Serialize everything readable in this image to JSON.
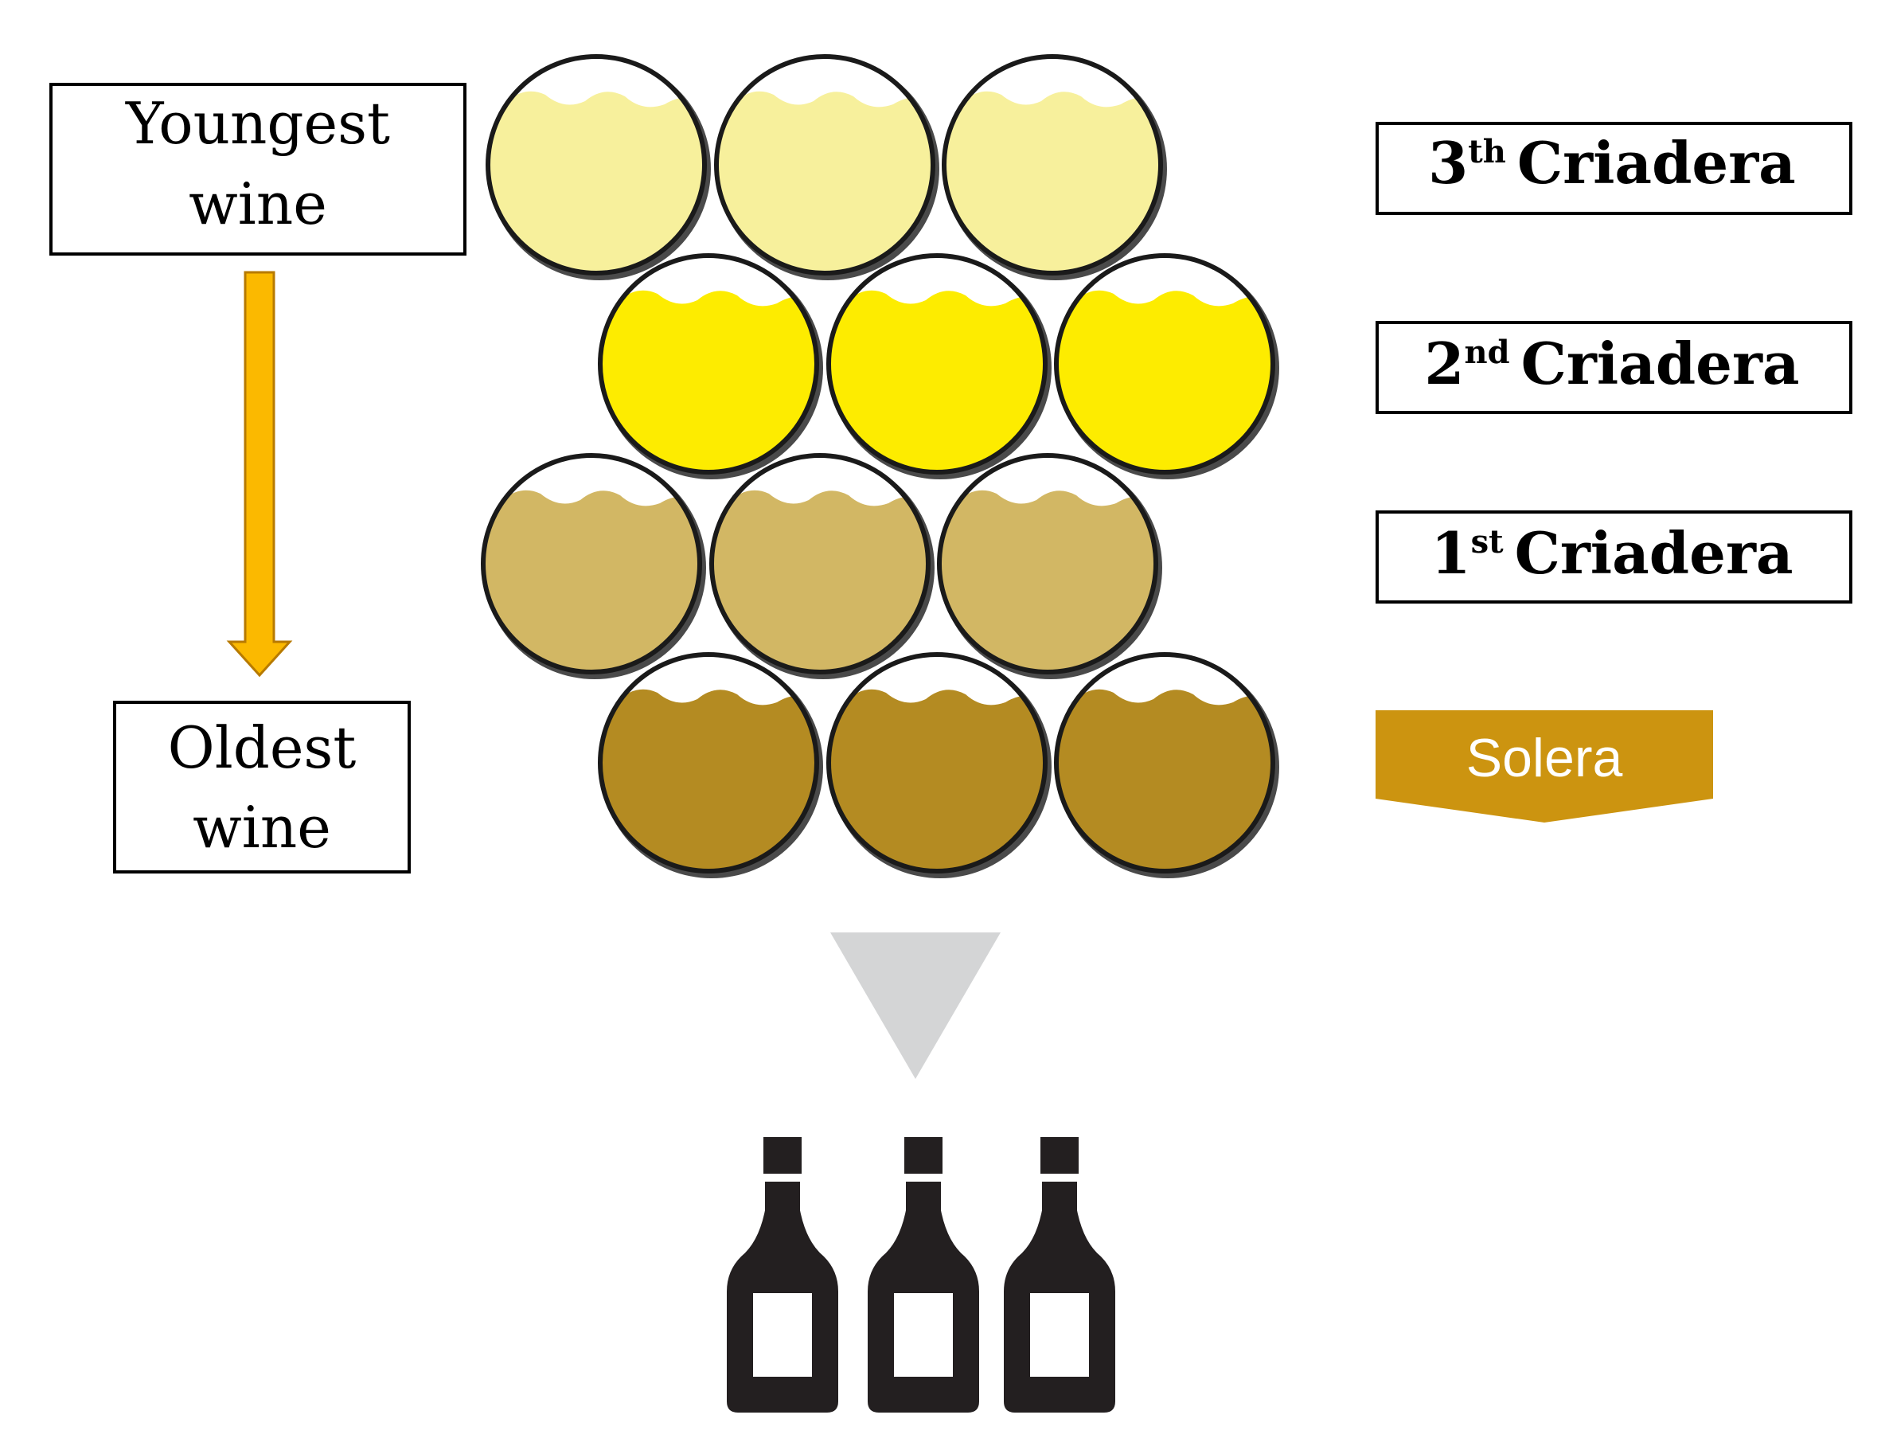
{
  "left_labels": {
    "youngest": {
      "line1": "Youngest",
      "line2": "wine"
    },
    "oldest": {
      "line1": "Oldest",
      "line2": "wine"
    }
  },
  "tiers": [
    {
      "id": "criadera-3",
      "number": "3",
      "suffix": "th",
      "name": "Criadera",
      "fill": "#f7f09c",
      "row": 0
    },
    {
      "id": "criadera-2",
      "number": "2",
      "suffix": "nd",
      "name": "Criadera",
      "fill": "#fdec00",
      "row": 1
    },
    {
      "id": "criadera-1",
      "number": "1",
      "suffix": "st",
      "name": "Criadera",
      "fill": "#d2b764",
      "row": 2
    },
    {
      "id": "solera",
      "label": "Solera",
      "fill": "#b48b22",
      "row": 3
    }
  ],
  "colors": {
    "arrow": "#fbb900",
    "arrow_stroke": "#b77a00",
    "solera_banner": "#cc9410",
    "funnel": "#d4d5d6",
    "bottle": "#231f20",
    "barrel_outline": "#1a1a1a",
    "box_stroke": "#000000"
  },
  "icons": [
    "arrow-down-icon",
    "funnel-triangle-icon",
    "bottle-icon"
  ]
}
